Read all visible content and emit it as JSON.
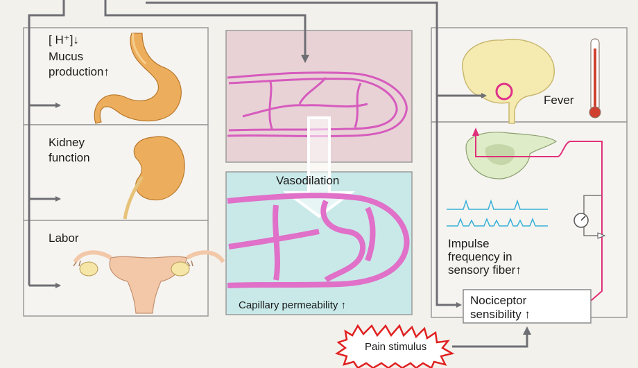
{
  "labels": {
    "h_ion": "[ H⁺]↓",
    "mucus": "Mucus",
    "production": "production↑",
    "kidney": "Kidney",
    "kidney_function": "function",
    "labor": "Labor",
    "vasodilation": "Vasodilation",
    "capillary_permeability": "Capillary  permeability ↑",
    "fever": "Fever",
    "impulse_line1": "Impulse",
    "impulse_line2": "frequency in",
    "impulse_line3": "sensory fiber↑",
    "nociceptor_line1": "Nociceptor",
    "nociceptor_line2": "sensibility ↑",
    "pain_stimulus": "Pain stimulus"
  },
  "colors": {
    "background": "#f3f1ec",
    "panel_border": "#9a9a9a",
    "arrow": "#6e6f74",
    "vessel_pink": "#e070c8",
    "vessel_dark": "#b0309a",
    "vasodilation_panel": "#c9e9e9",
    "vessel_panel_top": "#e8d2d6",
    "organ_orange": "#ecae5c",
    "pain_red": "#e02020"
  }
}
